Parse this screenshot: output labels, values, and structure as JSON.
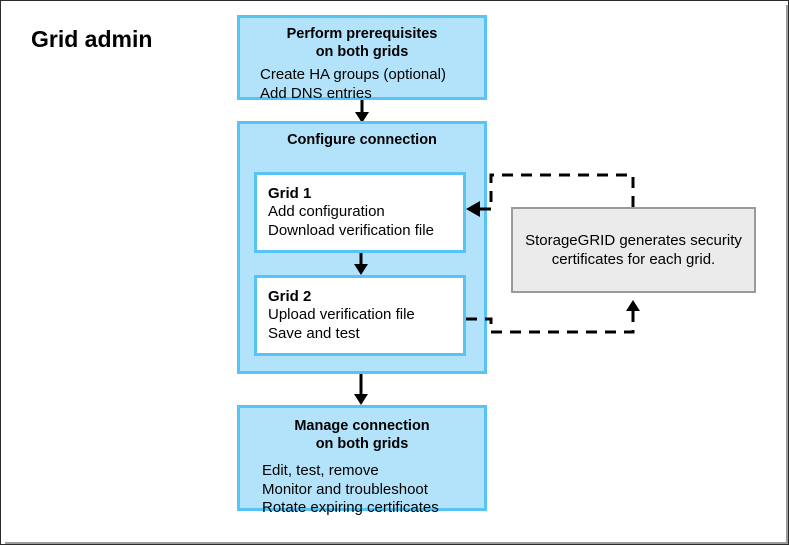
{
  "diagram": {
    "title": "Grid admin",
    "nodes": {
      "prerequisites": {
        "heading": "Perform prerequisites\non both grids",
        "body": "Create HA groups (optional)\nAdd DNS entries"
      },
      "configure": {
        "heading": "Configure connection"
      },
      "grid1": {
        "heading": "Grid 1",
        "body": "Add configuration\nDownload verification file"
      },
      "grid2": {
        "heading": "Grid 2",
        "body": "Upload verification file\nSave and test"
      },
      "note": {
        "text": "StorageGRID generates security\ncertificates for each grid."
      },
      "manage": {
        "heading": "Manage connection\non both grids",
        "body": "Edit, test, remove\nMonitor and troubleshoot\nRotate expiring certificates"
      }
    },
    "connectors": [
      {
        "name": "prerequisites-to-configure",
        "style": "solid",
        "arrow": "down"
      },
      {
        "name": "grid1-to-grid2",
        "style": "solid",
        "arrow": "down"
      },
      {
        "name": "configure-to-manage",
        "style": "solid",
        "arrow": "down"
      },
      {
        "name": "note-to-grid1",
        "style": "dashed",
        "arrow": "left"
      },
      {
        "name": "grid2-to-note",
        "style": "dashed",
        "arrow": "up"
      }
    ],
    "colors": {
      "box_fill": "#b3e3fa",
      "box_border": "#56c5f5",
      "note_fill": "#ebebeb",
      "note_border": "#9a9a9a",
      "connector": "#000000",
      "text": "#000000",
      "canvas_border": "#2b2b2b"
    }
  }
}
